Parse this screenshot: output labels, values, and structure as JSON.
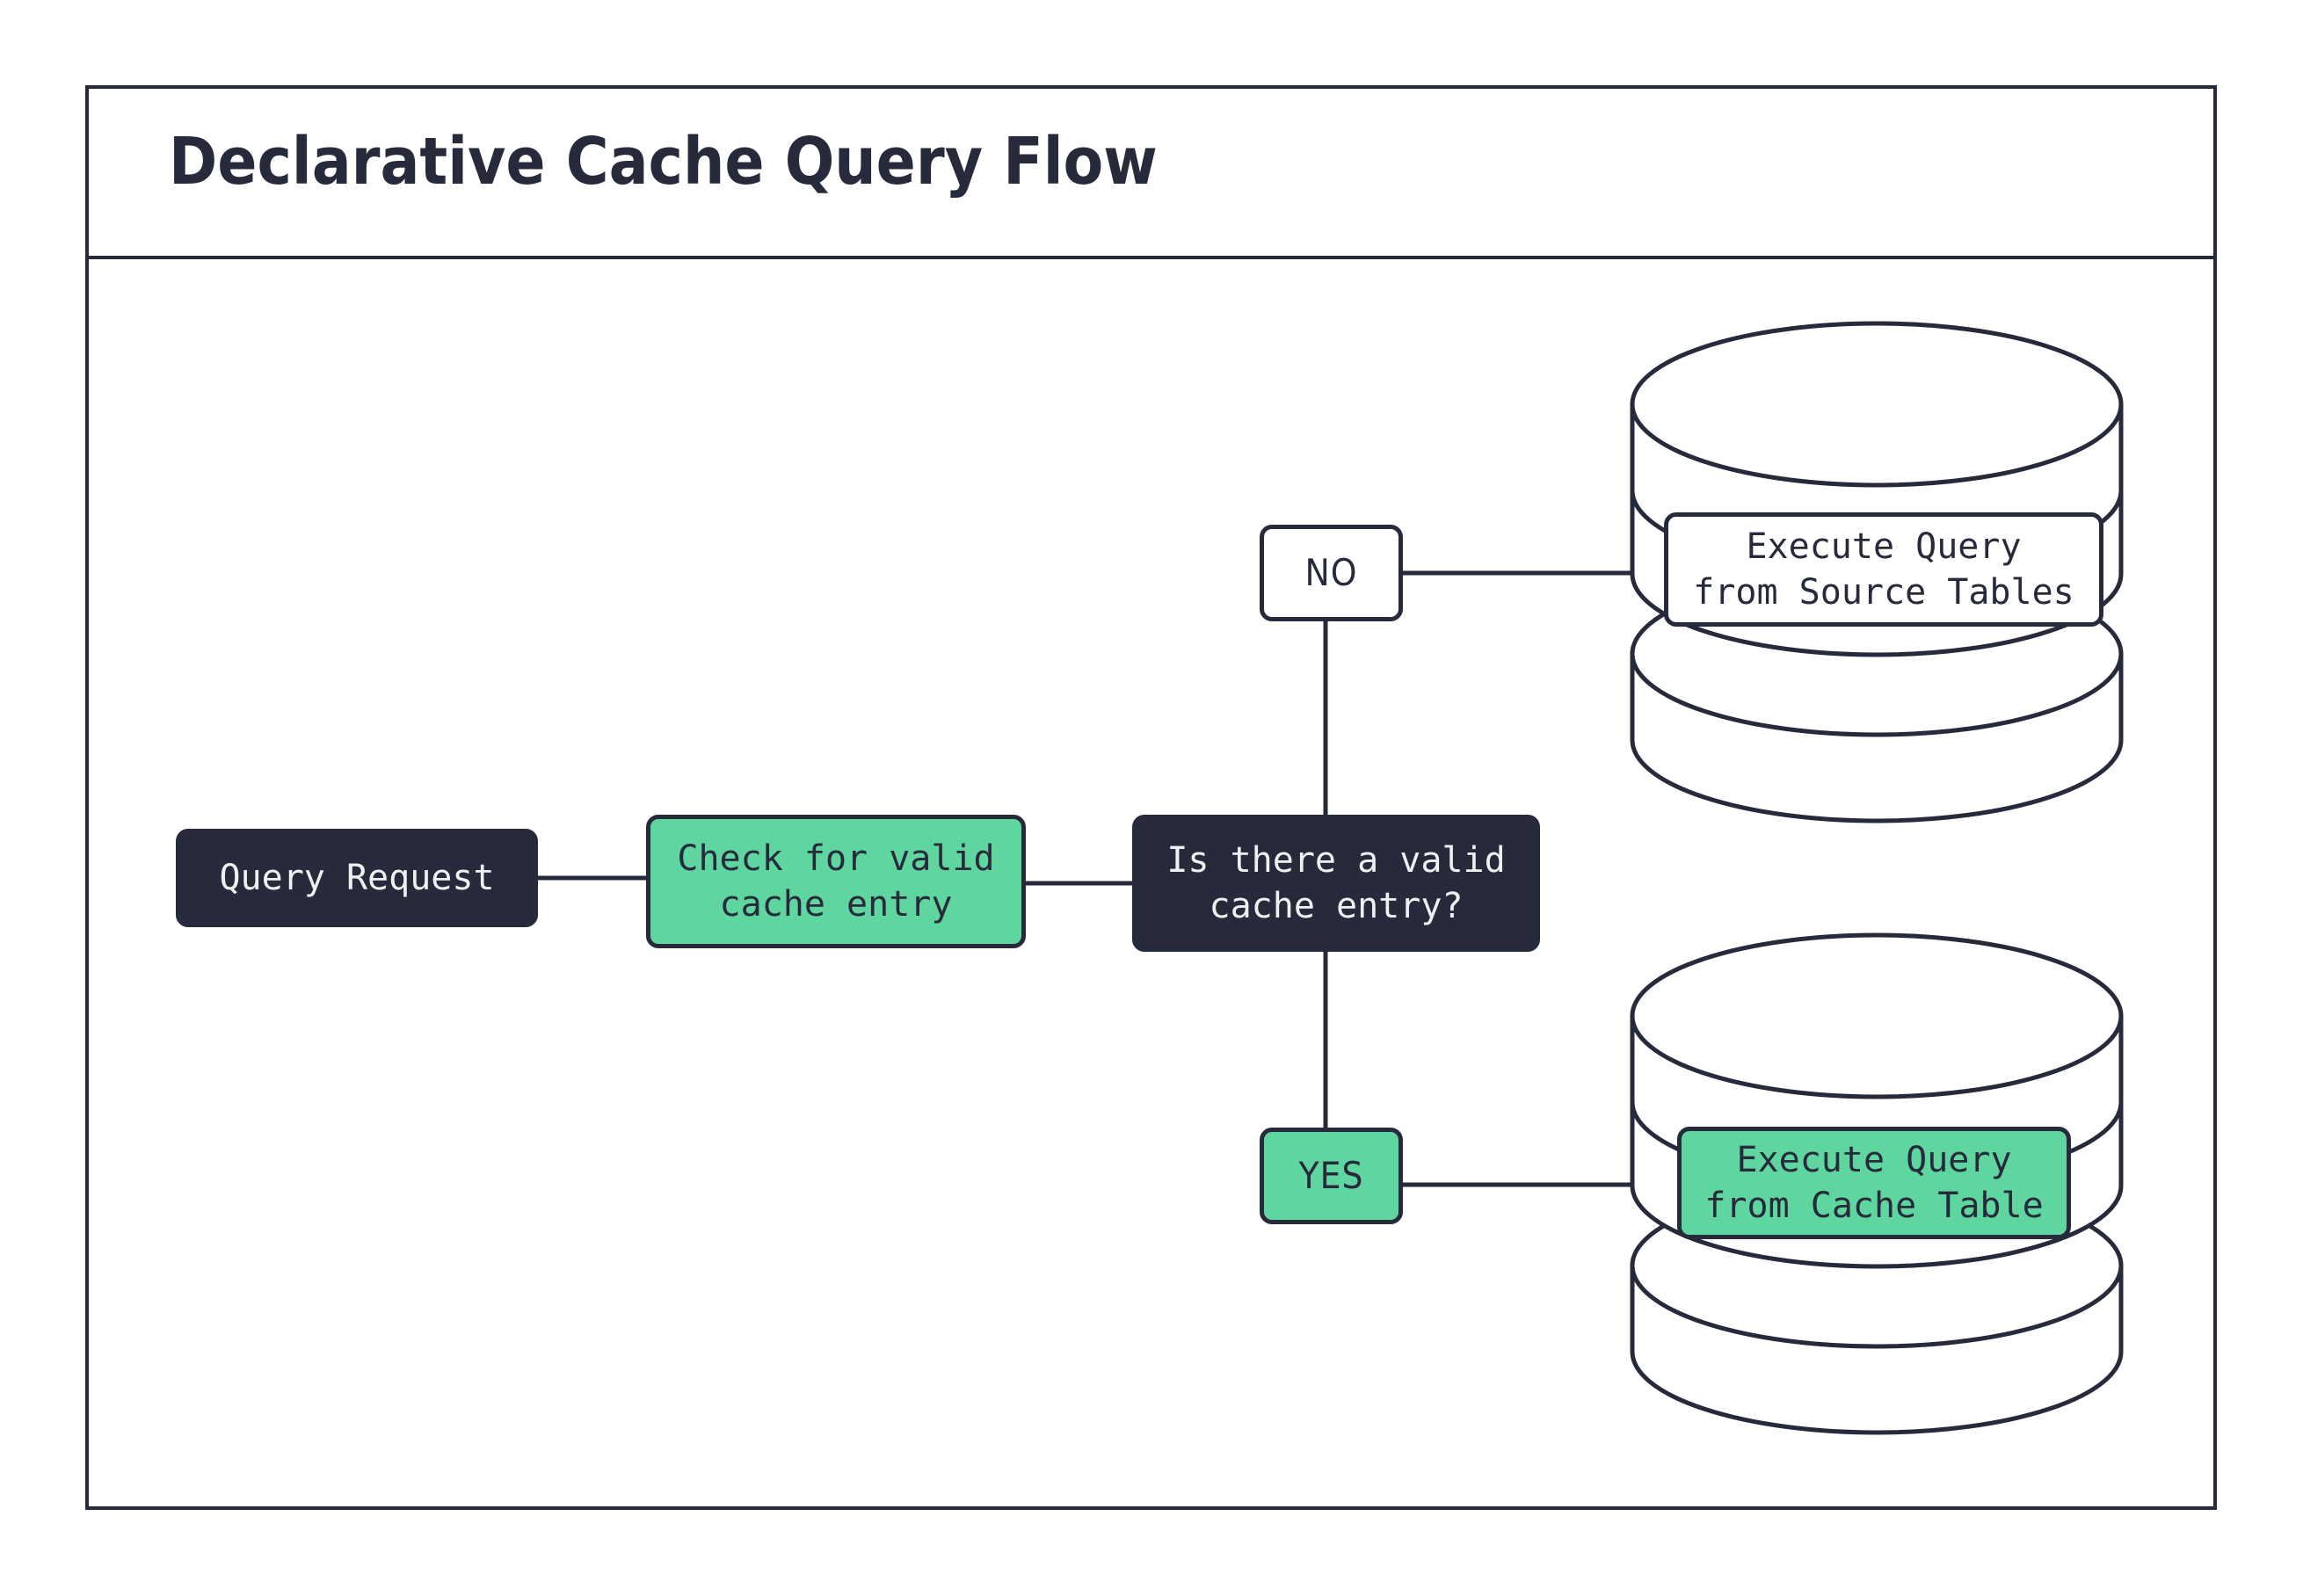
{
  "header": {
    "title": "Declarative Cache Query Flow"
  },
  "diagram": {
    "type": "flowchart",
    "nodes": {
      "query_request": {
        "label": "Query Request",
        "shape": "rounded-rect",
        "fill": "#272a3a",
        "text_color": "#f0f0f2"
      },
      "check_cache": {
        "label": "Check for valid\ncache entry",
        "shape": "rounded-rect",
        "fill": "#5fd6a0",
        "text_color": "#272a3a"
      },
      "decision": {
        "label": "Is there a valid\ncache entry?",
        "shape": "rounded-rect",
        "fill": "#272a3a",
        "text_color": "#f0f0f2"
      },
      "source_db": {
        "label": "Execute Query\nfrom Source Tables",
        "shape": "cylinder-label",
        "fill": "#ffffff",
        "text_color": "#272a3a"
      },
      "cache_db": {
        "label": "Execute Query\nfrom Cache Table",
        "shape": "cylinder-label",
        "fill": "#5fd6a0",
        "text_color": "#272a3a"
      }
    },
    "branch_labels": {
      "no": {
        "label": "NO",
        "fill": "#ffffff",
        "text_color": "#272a3a"
      },
      "yes": {
        "label": "YES",
        "fill": "#5fd6a0",
        "text_color": "#272a3a"
      }
    },
    "edges": [
      {
        "from": "query_request",
        "to": "check_cache",
        "label": ""
      },
      {
        "from": "check_cache",
        "to": "decision",
        "label": ""
      },
      {
        "from": "decision",
        "to": "no",
        "label": "NO"
      },
      {
        "from": "no",
        "to": "source_db",
        "label": ""
      },
      {
        "from": "decision",
        "to": "yes",
        "label": "YES"
      },
      {
        "from": "yes",
        "to": "cache_db",
        "label": ""
      }
    ],
    "colors": {
      "stroke": "#272a3a",
      "accent_green": "#5fd6a0",
      "dark_fill": "#272a3a",
      "background": "#ffffff"
    }
  }
}
